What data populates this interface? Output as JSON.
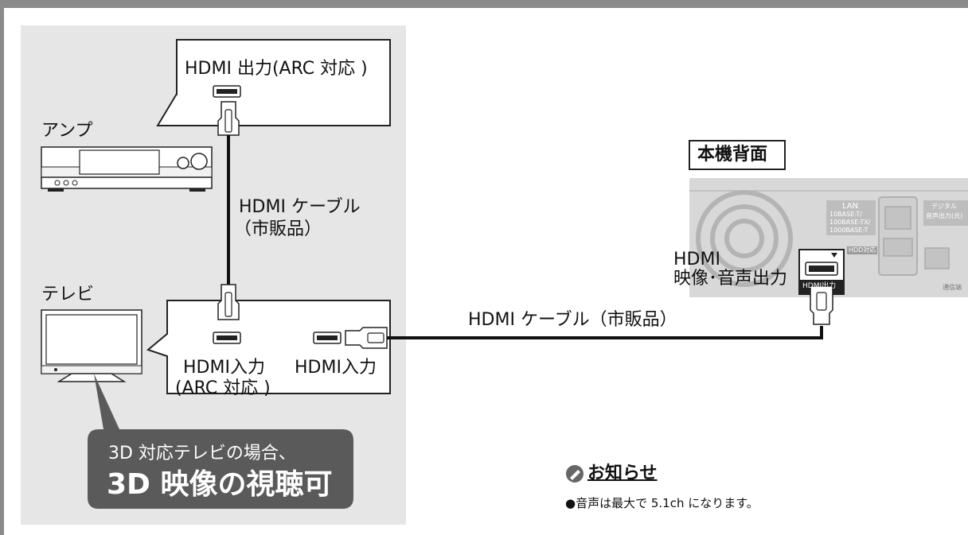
{
  "amp_callout": {
    "output_label": "HDMI 出力(ARC 対応 )"
  },
  "amp": {
    "label": "アンプ"
  },
  "tv": {
    "label": "テレビ"
  },
  "cable_vertical": {
    "line1": "HDMI ケーブル",
    "line2": "（市販品）"
  },
  "tv_callout": {
    "input1_line1": "HDMI入力",
    "input1_line2": "(ARC 対応 )",
    "input2": "HDMI入力"
  },
  "cable_horizontal": {
    "label": "HDMI ケーブル（市販品）"
  },
  "recorder": {
    "title": "本機背面",
    "port_label_line1": "HDMI",
    "port_label_line2": "映像･音声出力",
    "panel_lan": "LAN",
    "panel_lan_spec1": "10BASE-T/",
    "panel_lan_spec2": "100BASE-TX/",
    "panel_lan_spec3": "1000BASE-T",
    "panel_hdd": "HDD対応",
    "panel_digital1": "デジタル",
    "panel_digital2": "音声出力(光)",
    "panel_hdmi_tag": "HDMI出力",
    "panel_comm": "通信端"
  },
  "callout_3d": {
    "line1": "3D 対応テレビの場合、",
    "line2": "3D 映像の視聴可"
  },
  "note": {
    "title": "お知らせ",
    "body": "●音声は最大で 5.1ch になります。",
    "icon": "pencil-icon"
  },
  "colors": {
    "frame": "#8a8a8a",
    "panel": "#e6e6e6",
    "callout_dark": "#5a5a5a",
    "device_gray": "#d8d8d8"
  }
}
